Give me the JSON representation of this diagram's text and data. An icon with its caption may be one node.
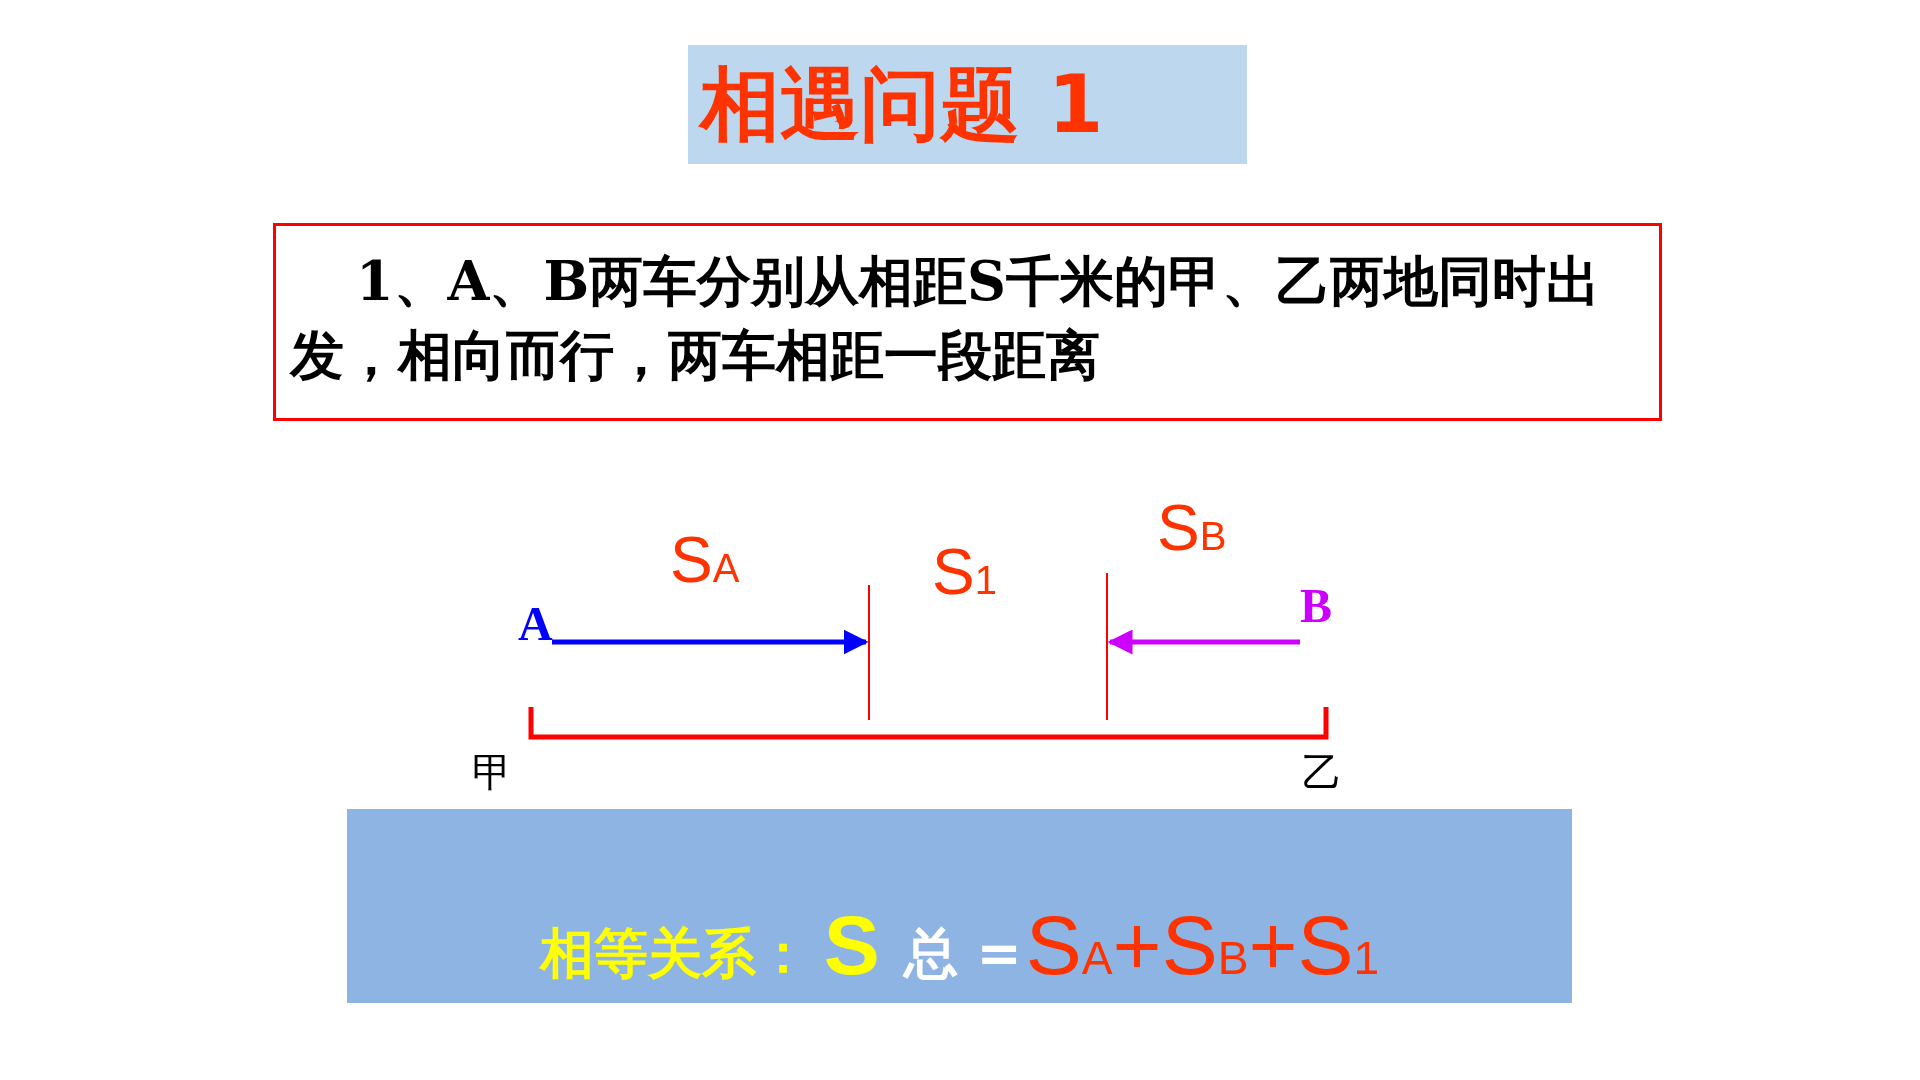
{
  "diagram": {
    "title": "相遇问题 1",
    "nodes": [
      {
        "text": [
          "1、A、B两车分别从相距S千米的甲、乙两地同时出发，相向而行，两车相距一段距离"
        ]
      },
      {
        "text": [
          "A"
        ]
      },
      {
        "text": [],
        "shape": "bar"
      },
      {
        "text": [],
        "shape": "bar"
      },
      {
        "text": [
          "B"
        ]
      },
      {
        "text": [
          "相等关系：",
          "S",
          "总 =",
          "S$_{A}$+S$_{B}$+S$_{1}$"
        ]
      }
    ],
    "edges": [
      {
        "from": 1,
        "to": 2,
        "arrow": "to",
        "color": "#0000ff"
      },
      {
        "from": 4,
        "to": 3,
        "arrow": "to",
        "color": "#cc00ff"
      }
    ],
    "labels": [
      "S$_{A}$",
      "S$_{1}$",
      "S$_{B}$",
      "甲",
      "乙"
    ]
  }
}
